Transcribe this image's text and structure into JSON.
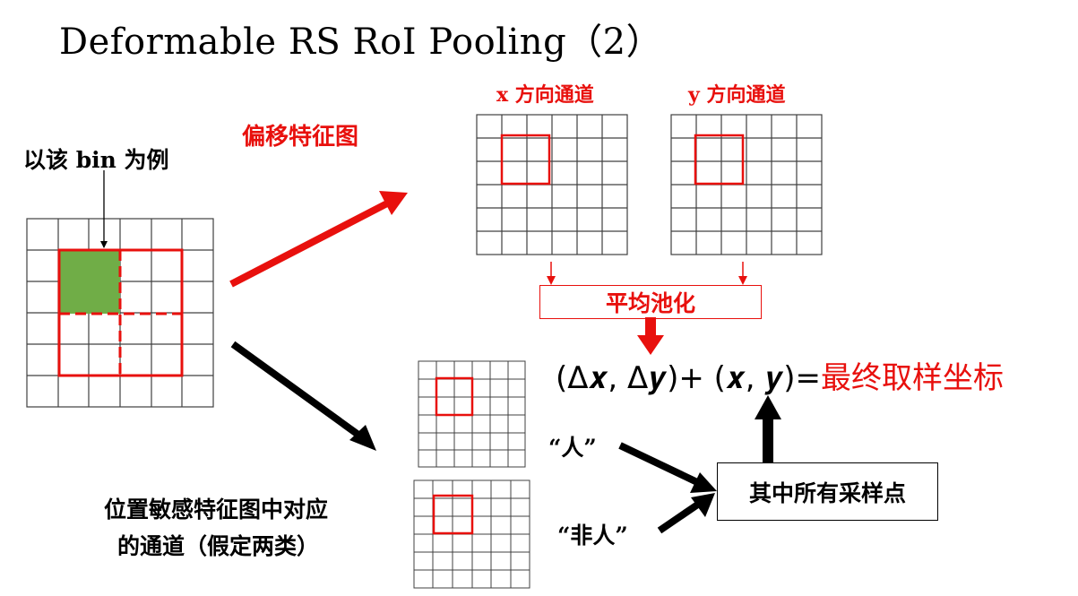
{
  "title": "Deformable RS RoI Pooling（2）",
  "labels": {
    "example_bin": "以该 bin 为例",
    "offset_map": "偏移特征图",
    "x_channel": "x 方向通道",
    "y_channel": "y 方向通道",
    "avg_pool": "平均池化",
    "person": "“人”",
    "non_person": "“非人”",
    "position_sensitive_line1": "位置敏感特征图中对应",
    "position_sensitive_line2": "的通道（假定两类）",
    "all_sample_points": "其中所有采样点"
  },
  "formula": {
    "left": "(Δ𝒙, Δ𝒚)+ (𝒙, 𝒚)=",
    "result": "最终取样坐标"
  },
  "colors": {
    "highlight_red": "#e8100d",
    "bin_green": "#70ad47",
    "grid_gray": "#404040"
  }
}
